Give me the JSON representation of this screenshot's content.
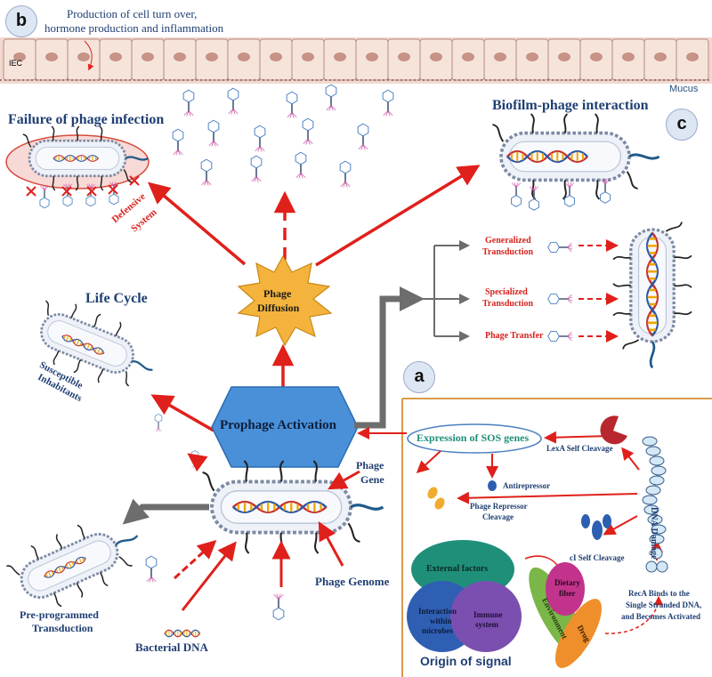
{
  "panels": {
    "a": "a",
    "b": "b",
    "c": "c"
  },
  "top": {
    "note_line1": "Production of cell turn over,",
    "note_line2": "hormone production and inflammation",
    "iec": "IEC",
    "mucus": "Mucus"
  },
  "titles": {
    "failure": "Failure of phage infection",
    "biofilm": "Biofilm-phage interaction",
    "life_cycle": "Life Cycle",
    "defensive_1": "Defensive",
    "defensive_2": "System",
    "susceptible_1": "Susceptible",
    "susceptible_2": "Inhabitants"
  },
  "center": {
    "diffusion_1": "Phage",
    "diffusion_2": "Diffusion",
    "activation": "Prophage Activation",
    "phage_gene_1": "Phage",
    "phage_gene_2": "Gene",
    "phage_genome": "Phage Genome",
    "bacterial_dna": "Bacterial DNA",
    "preprogrammed_1": "Pre-programmed",
    "preprogrammed_2": "Transduction"
  },
  "transduction": {
    "generalized_1": "Generalized",
    "generalized_2": "Transduction",
    "specialized_1": "Specialized",
    "specialized_2": "Transduction",
    "transfer": "Phage Transfer"
  },
  "signal": {
    "sos": "Expression of SOS genes",
    "lexa": "LexA Self Cleavage",
    "antirepressor": "Antirepressor",
    "repressor_1": "Phage Repressor",
    "repressor_2": "Cleavage",
    "dna_damage": "DNA Damage",
    "ci": "cI Self Cleavage",
    "reca_1": "RecA Binds to the",
    "reca_2": "Single Stranded DNA,",
    "reca_3": "and Becomes Activated",
    "external": "External factors",
    "interaction_1": "Interaction",
    "interaction_2": "within",
    "interaction_3": "microbes",
    "immune_1": "Immune",
    "immune_2": "system",
    "environment": "Environment",
    "dietary_1": "Dietary",
    "dietary_2": "fiber",
    "drug": "Drug",
    "origin": "Origin of signal"
  },
  "colors": {
    "title_blue": "#1f3f73",
    "arrow_red": "#e0201b",
    "hexagon_blue": "#4a90d9",
    "star_orange": "#f3b33d",
    "panel_border": "#d99a4a",
    "external_teal": "#1f8f7a",
    "interaction_blue": "#2f5fb3",
    "immune_purple": "#7b4fb0",
    "environment_green": "#7ab648",
    "dietary_magenta": "#c2338c",
    "drug_orange": "#ef8f2c"
  },
  "icons": [
    "bacteriophage-icon",
    "bacterium-icon",
    "dna-helix-icon",
    "intestinal-epithelium-icon",
    "burst-star-icon"
  ]
}
